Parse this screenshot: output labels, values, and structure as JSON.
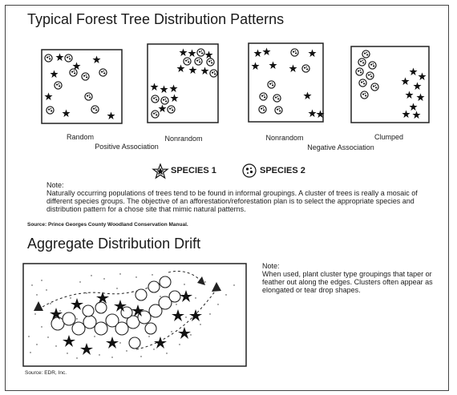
{
  "section1": {
    "title": "Typical Forest Tree Distribution Patterns",
    "panels": [
      {
        "label": "Random"
      },
      {
        "label": "Nonrandom"
      },
      {
        "label": "Nonrandom"
      },
      {
        "label": "Clumped"
      }
    ],
    "group_positive": "Positive Association",
    "group_negative": "Negative Association",
    "legend": {
      "species1": "SPECIES 1",
      "species2": "SPECIES 2"
    },
    "note_title": "Note:",
    "note_text": "Naturally occurring populations of trees tend to be found in informal groupings. A cluster of trees is really a mosaic of different species groups. The objective of an afforestation/reforestation plan is to select the appropriate species and distribution pattern for a chose site that mimic natural patterns.",
    "source": "Source: Prince Georges County Woodland Conservation Manual."
  },
  "section2": {
    "title": "Aggregate Distribution Drift",
    "note_title": "Note:",
    "note_text": "When used, plant cluster type groupings that taper or feather out along the edges. Clusters often appear as elongated or tear drop shapes.",
    "source": "Source: EDR, Inc."
  },
  "icons": {
    "species1": "star-icon",
    "species2": "circle-tree-icon"
  }
}
